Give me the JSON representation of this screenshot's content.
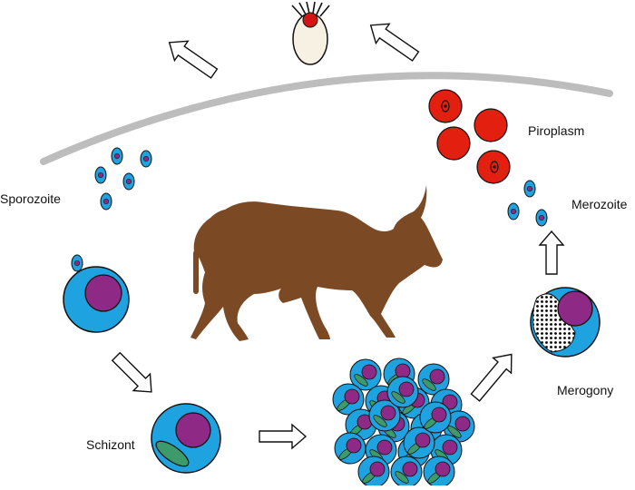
{
  "labels": {
    "sporozoite": "Sporozoite",
    "piroplasm": "Piroplasm",
    "merozoite": "Merozoite",
    "merogony": "Merogony",
    "schizont": "Schizont"
  },
  "colors": {
    "cell_blue": "#1fa3e0",
    "nucleus_purple": "#8e2a86",
    "rbc_red": "#e3200f",
    "cattle_brown": "#7b4a24",
    "skin_line": "#bdbdbd",
    "tick_body": "#f6f1e2",
    "inclusion_green": "#3d9b6b"
  },
  "icons": {
    "cattle": "cattle-silhouette",
    "tick": "tick-vector",
    "arrow": "hollow-arrow"
  }
}
